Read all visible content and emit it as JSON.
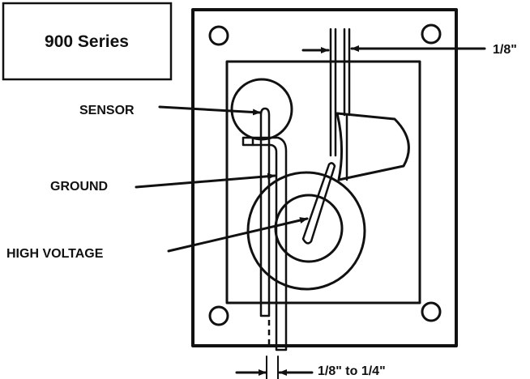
{
  "title": "900 Series",
  "labels": {
    "sensor": "SENSOR",
    "ground": "GROUND",
    "high_voltage": "HIGH VOLTAGE",
    "gap_top": "1/8\"",
    "gap_bottom": "1/8\" to 1/4\""
  },
  "colors": {
    "ink": "#111111",
    "background": "#ffffff"
  }
}
